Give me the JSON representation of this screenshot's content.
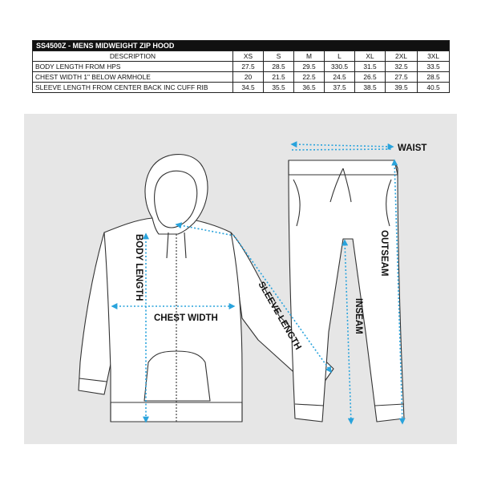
{
  "table": {
    "title": "SS4500Z - MENS MIDWEIGHT ZIP HOOD",
    "headers": [
      "DESCRIPTION",
      "XS",
      "S",
      "M",
      "L",
      "XL",
      "2XL",
      "3XL"
    ],
    "rows": [
      {
        "desc": "BODY LENGTH FROM HPS",
        "values": [
          "27.5",
          "28.5",
          "29.5",
          "330.5",
          "31.5",
          "32.5",
          "33.5"
        ]
      },
      {
        "desc": "CHEST WIDTH 1\" BELOW ARMHOLE",
        "values": [
          "20",
          "21.5",
          "22.5",
          "24.5",
          "26.5",
          "27.5",
          "28.5"
        ]
      },
      {
        "desc": "SLEEVE LENGTH FROM CENTER BACK INC CUFF RIB",
        "values": [
          "34.5",
          "35.5",
          "36.5",
          "37.5",
          "38.5",
          "39.5",
          "40.5"
        ]
      }
    ]
  },
  "diagram": {
    "labels": {
      "body_length": "BODY LENGTH",
      "chest_width": "CHEST WIDTH",
      "sleeve_length": "SLEEVE LENGTH",
      "waist": "WAIST",
      "outseam": "OUTSEAM",
      "inseam": "INSEAM"
    },
    "colors": {
      "measure_line": "#29a3dc",
      "garment_outline": "#333333",
      "garment_fill": "#ffffff",
      "panel_background": "#e6e6e6"
    }
  }
}
